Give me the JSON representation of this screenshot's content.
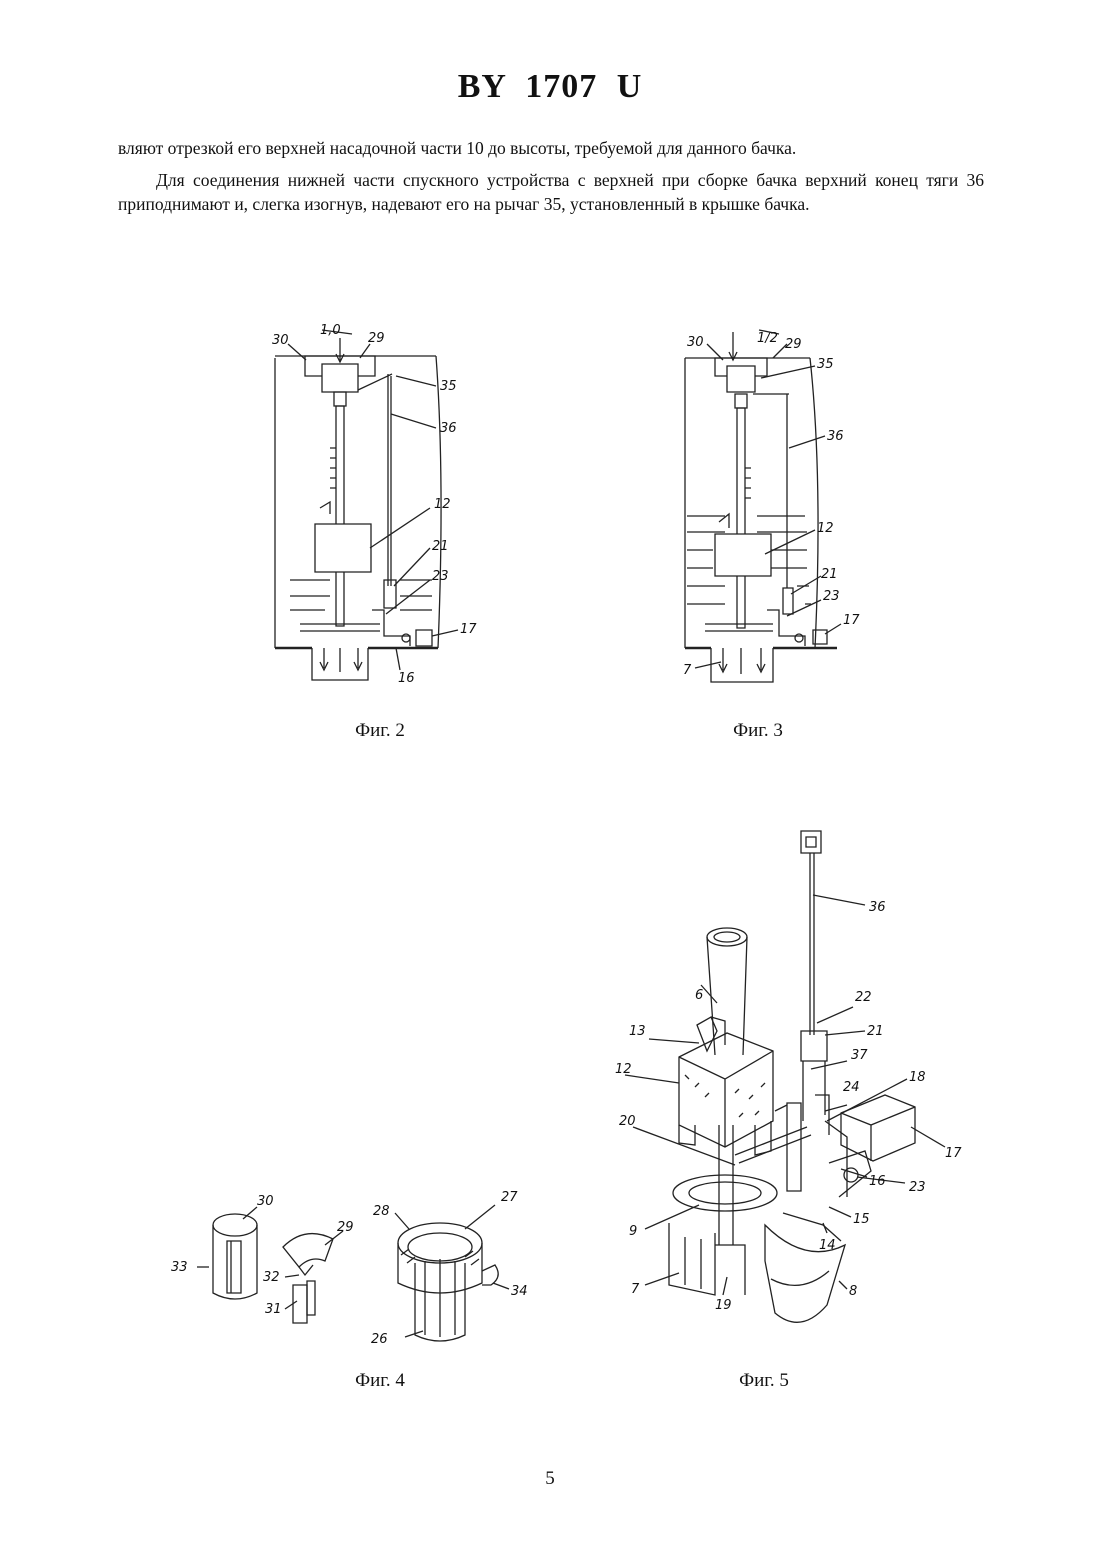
{
  "header": {
    "title": "BY 1707 U"
  },
  "text": {
    "p1": "вляют отрезкой его верхней насадочной части 10 до высоты, требуемой для данного бачка.",
    "p2": "Для соединения нижней части спускного устройства с верхней при сборке бачка верхний конец тяги 36 приподнимают и, слегка изогнув, надевают его на рычаг 35, установленный в крышке бачка."
  },
  "figures": {
    "fig2": {
      "caption": "Фиг. 2",
      "labels": {
        "level": "1,0",
        "l30": "30",
        "l29": "29",
        "l35": "35",
        "l36": "36",
        "l12": "12",
        "l21": "21",
        "l23": "23",
        "l17": "17",
        "l16": "16"
      }
    },
    "fig3": {
      "caption": "Фиг. 3",
      "labels": {
        "level": "1/2",
        "l30": "30",
        "l29": "29",
        "l35": "35",
        "l36": "36",
        "l12": "12",
        "l21": "21",
        "l23": "23",
        "l17": "17",
        "l7": "7"
      }
    },
    "fig4": {
      "caption": "Фиг. 4",
      "labels": {
        "l30": "30",
        "l29": "29",
        "l28": "28",
        "l27": "27",
        "l33": "33",
        "l32": "32",
        "l31": "31",
        "l34": "34",
        "l26": "26"
      }
    },
    "fig5": {
      "caption": "Фиг. 5",
      "labels": {
        "l36": "36",
        "l22": "22",
        "l21": "21",
        "l6": "6",
        "l13": "13",
        "l37": "37",
        "l12": "12",
        "l24": "24",
        "l18": "18",
        "l20": "20",
        "l17": "17",
        "l23": "23",
        "l16": "16",
        "l9": "9",
        "l15": "15",
        "l14": "14",
        "l7": "7",
        "l19": "19",
        "l8": "8"
      }
    }
  },
  "page": {
    "number": "5"
  }
}
